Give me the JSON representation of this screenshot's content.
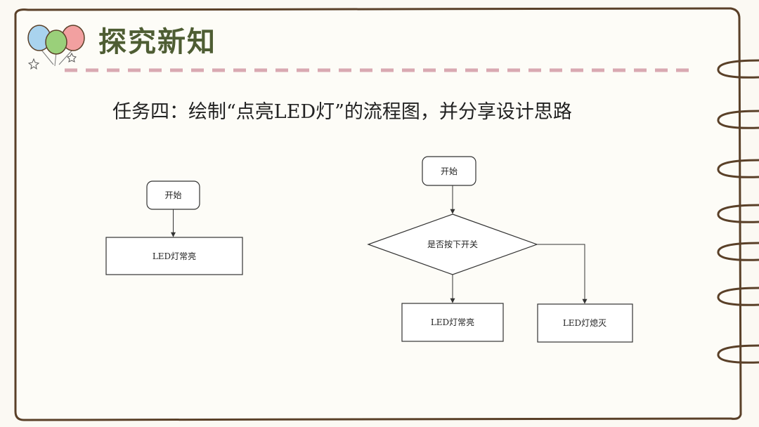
{
  "header": {
    "title": "探究新知"
  },
  "task": {
    "heading": "任务四：绘制“点亮LED灯”的流程图，并分享设计思路"
  },
  "flowchart_left": {
    "start": "开始",
    "process": "LED灯常亮"
  },
  "flowchart_right": {
    "start": "开始",
    "decision": "是否按下开关",
    "process_on": "LED灯常亮",
    "process_off": "LED灯熄灭"
  },
  "colors": {
    "frame": "#5a4028",
    "title": "#4e5d33",
    "dash": "#d9a9b2",
    "balloon_blue": "#a9d3ee",
    "balloon_green": "#9ad07a",
    "balloon_pink": "#f2a0a0"
  }
}
